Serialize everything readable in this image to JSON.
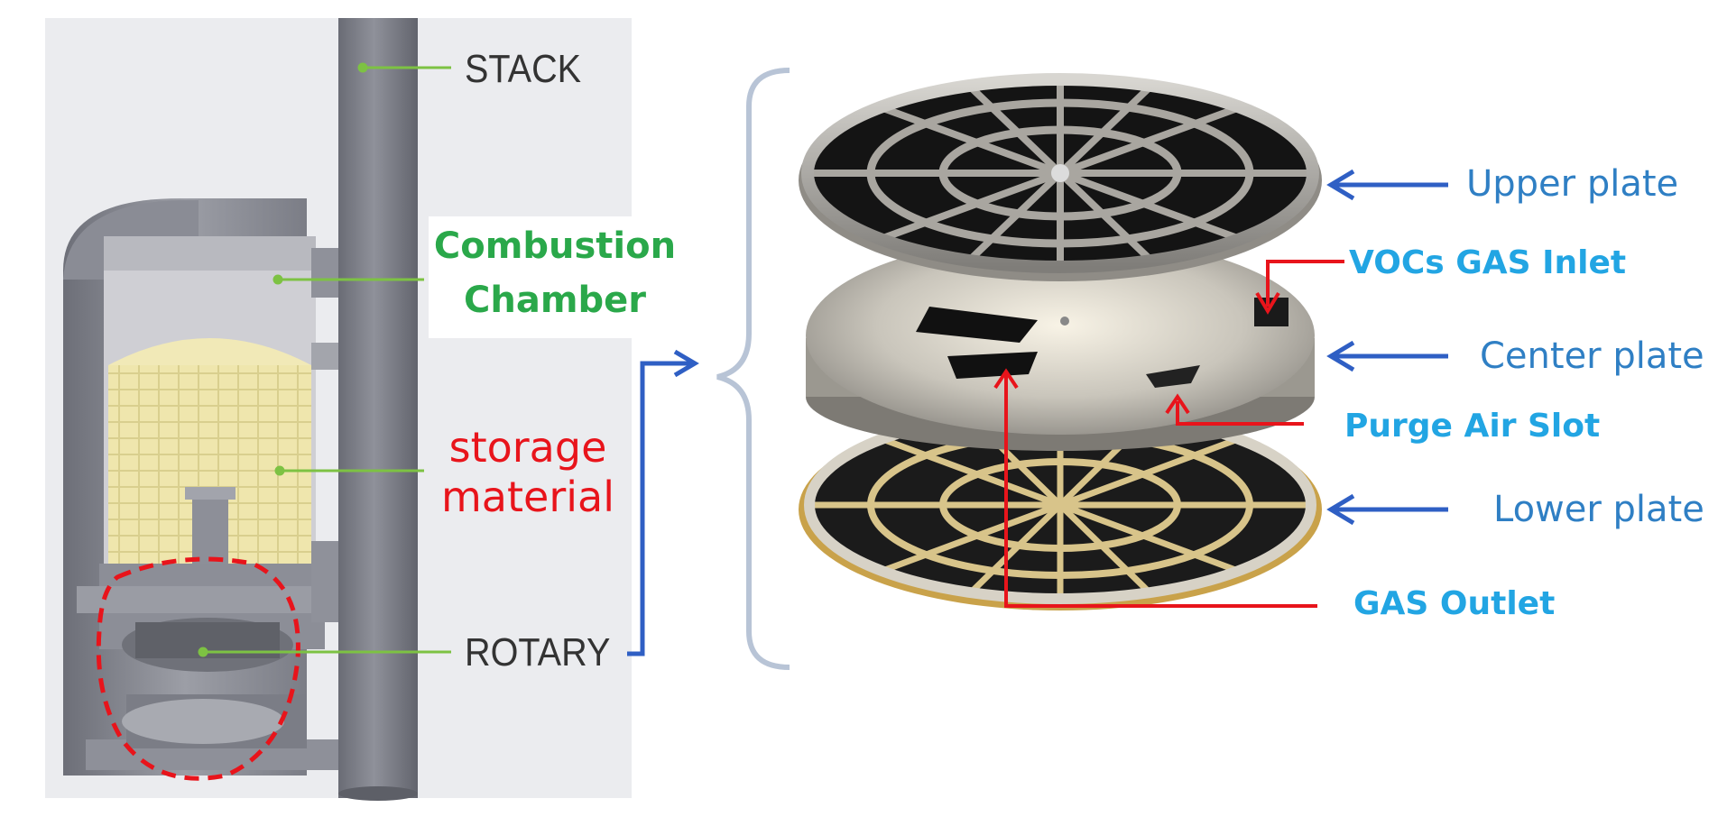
{
  "left_panel": {
    "stack_label": "STACK",
    "combustion_label_line1": "Combustion",
    "combustion_label_line2": "Chamber",
    "storage_label_line1": "storage",
    "storage_label_line2": "material",
    "rotary_label": "ROTARY"
  },
  "right_panel": {
    "upper_plate_label": "Upper plate",
    "vocs_inlet_label": "VOCs GAS Inlet",
    "center_plate_label": "Center plate",
    "purge_slot_label": "Purge Air Slot",
    "lower_plate_label": "Lower plate",
    "gas_outlet_label": "GAS Outlet"
  },
  "colors": {
    "leader_green": "#7dc243",
    "callout_red": "#e8141b",
    "arrow_blue": "#2f5fc4",
    "label_blue": "#2f7fc4",
    "label_cyan": "#22a5e3",
    "label_green": "#2aa84a",
    "vessel_gray": "#8e9099",
    "storage_yellow": "#e9dc8c"
  }
}
